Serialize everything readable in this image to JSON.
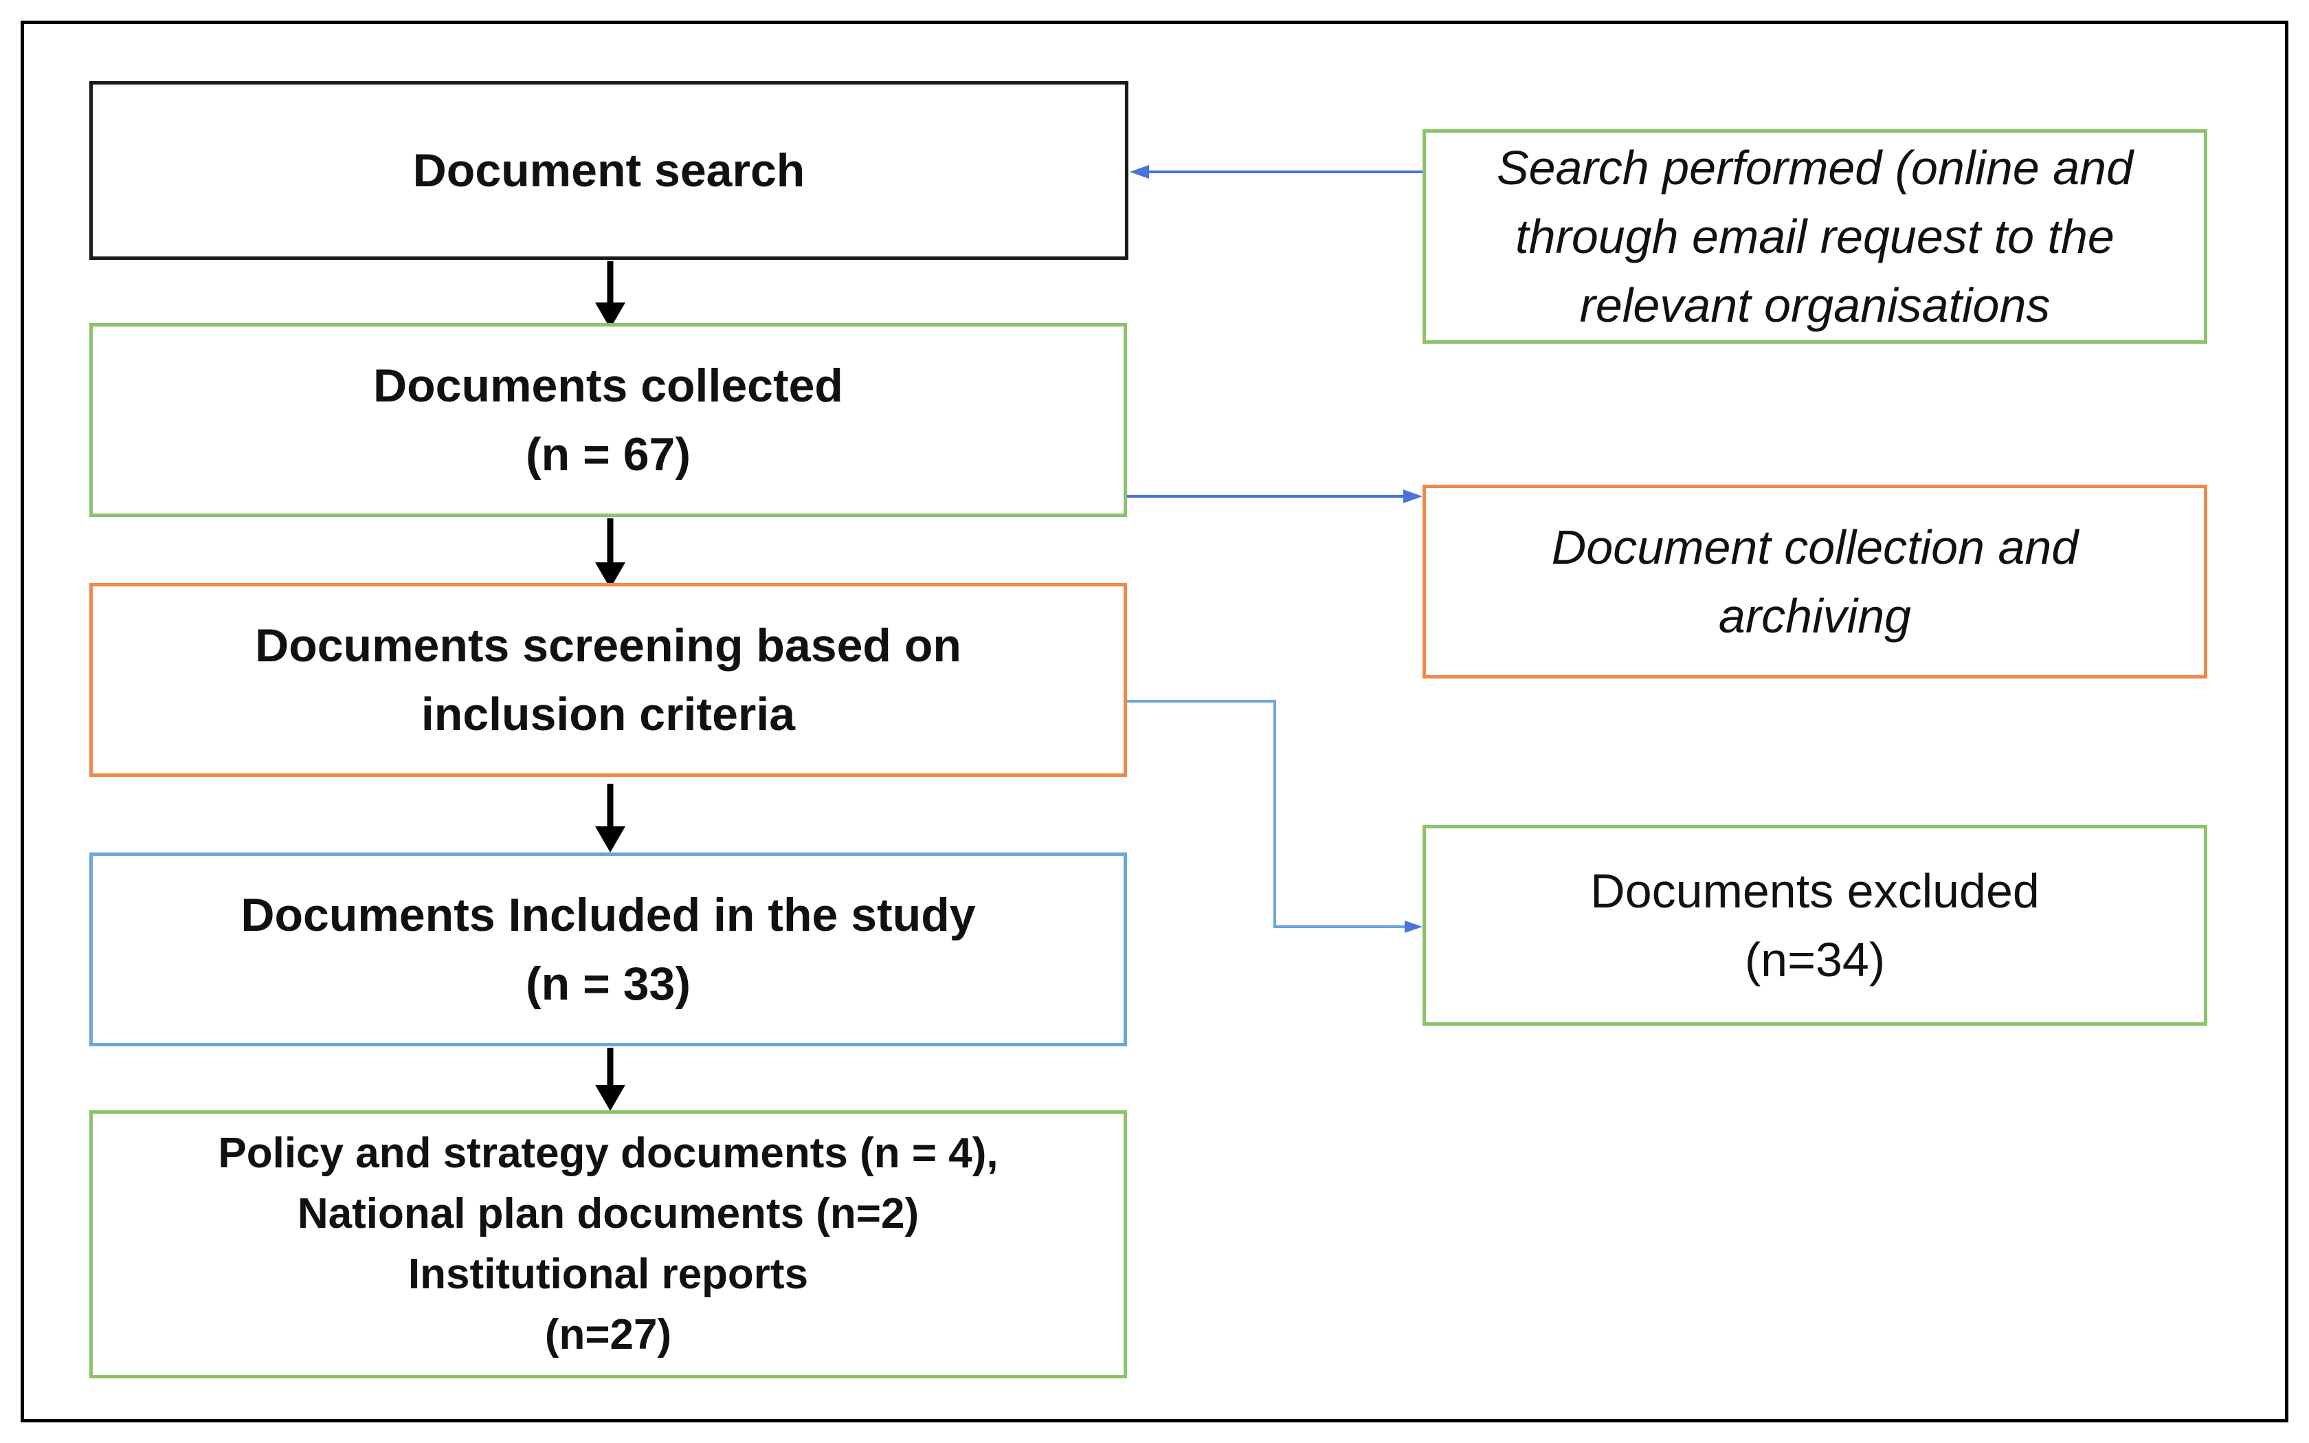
{
  "colors": {
    "frame": "#000000",
    "green_border": "#8cc26a",
    "orange_border": "#ed8a4a",
    "blue_border": "#6aa7dc",
    "black_border": "#1a1a1a",
    "side_arrow": "#4a72d8",
    "main_arrow": "#000000"
  },
  "flow": {
    "search": {
      "lines": [
        "Document search"
      ]
    },
    "collected": {
      "lines": [
        "Documents collected",
        "(n = 67)"
      ]
    },
    "screening": {
      "lines": [
        "Documents screening based on",
        "inclusion criteria"
      ]
    },
    "included": {
      "lines": [
        "Documents Included in the study",
        "(n = 33)"
      ]
    },
    "types": {
      "lines": [
        "Policy and strategy documents (n = 4),",
        "National plan documents (n=2)",
        "Institutional reports",
        "(n=27)"
      ]
    }
  },
  "notes": {
    "search": {
      "lines": [
        "Search performed (online and",
        "through email request to the",
        "relevant organisations"
      ]
    },
    "archive": {
      "lines": [
        "Document collection and",
        "archiving"
      ]
    },
    "excluded": {
      "lines": [
        "Documents excluded",
        "(n=34)"
      ]
    }
  }
}
